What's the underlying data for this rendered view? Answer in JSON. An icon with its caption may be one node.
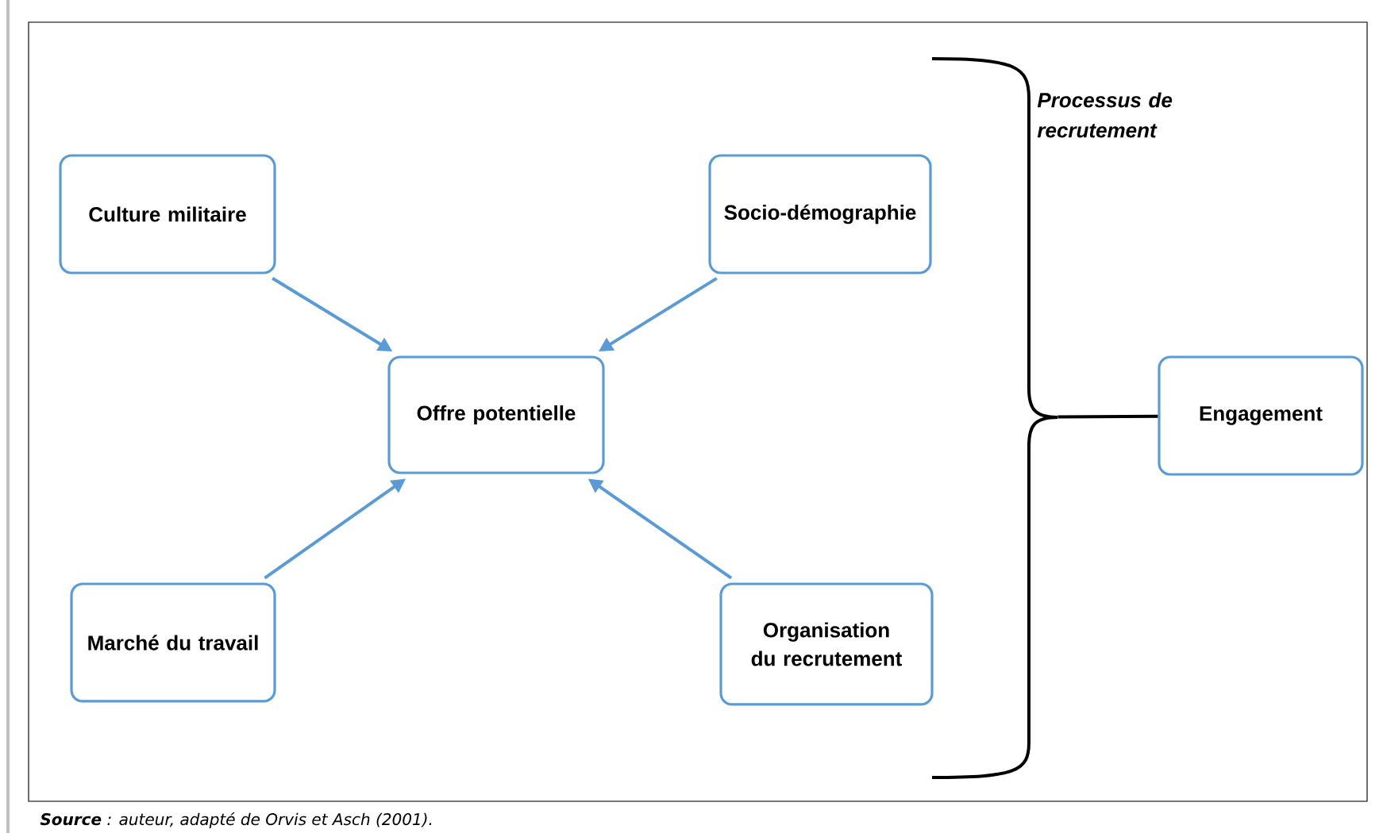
{
  "diagram": {
    "caption": "**Source** : auteur, adapté de Orvis et Asch (2001).",
    "nodes": [
      {
        "text": [
          "Culture militaire"
        ]
      },
      {
        "text": [
          "Socio-démographie"
        ]
      },
      {
        "text": [
          "Offre potentielle"
        ]
      },
      {
        "text": [
          "Marché du travail"
        ]
      },
      {
        "text": [
          "Organisation du recrutement"
        ]
      },
      {
        "text": [
          "Engagement"
        ]
      },
      {
        "text": [],
        "shape": "brace",
        "beside": [
          "Processus de recrutement"
        ]
      }
    ],
    "edges": [
      {
        "from": 0,
        "to": 2,
        "arrow": "to"
      },
      {
        "from": 1,
        "to": 2,
        "arrow": "to"
      },
      {
        "from": 3,
        "to": 2,
        "arrow": "to"
      },
      {
        "from": 4,
        "to": 2,
        "arrow": "to"
      },
      {
        "from": 6,
        "to": 5,
        "arrow": "none",
        "color": "#000000"
      }
    ]
  }
}
